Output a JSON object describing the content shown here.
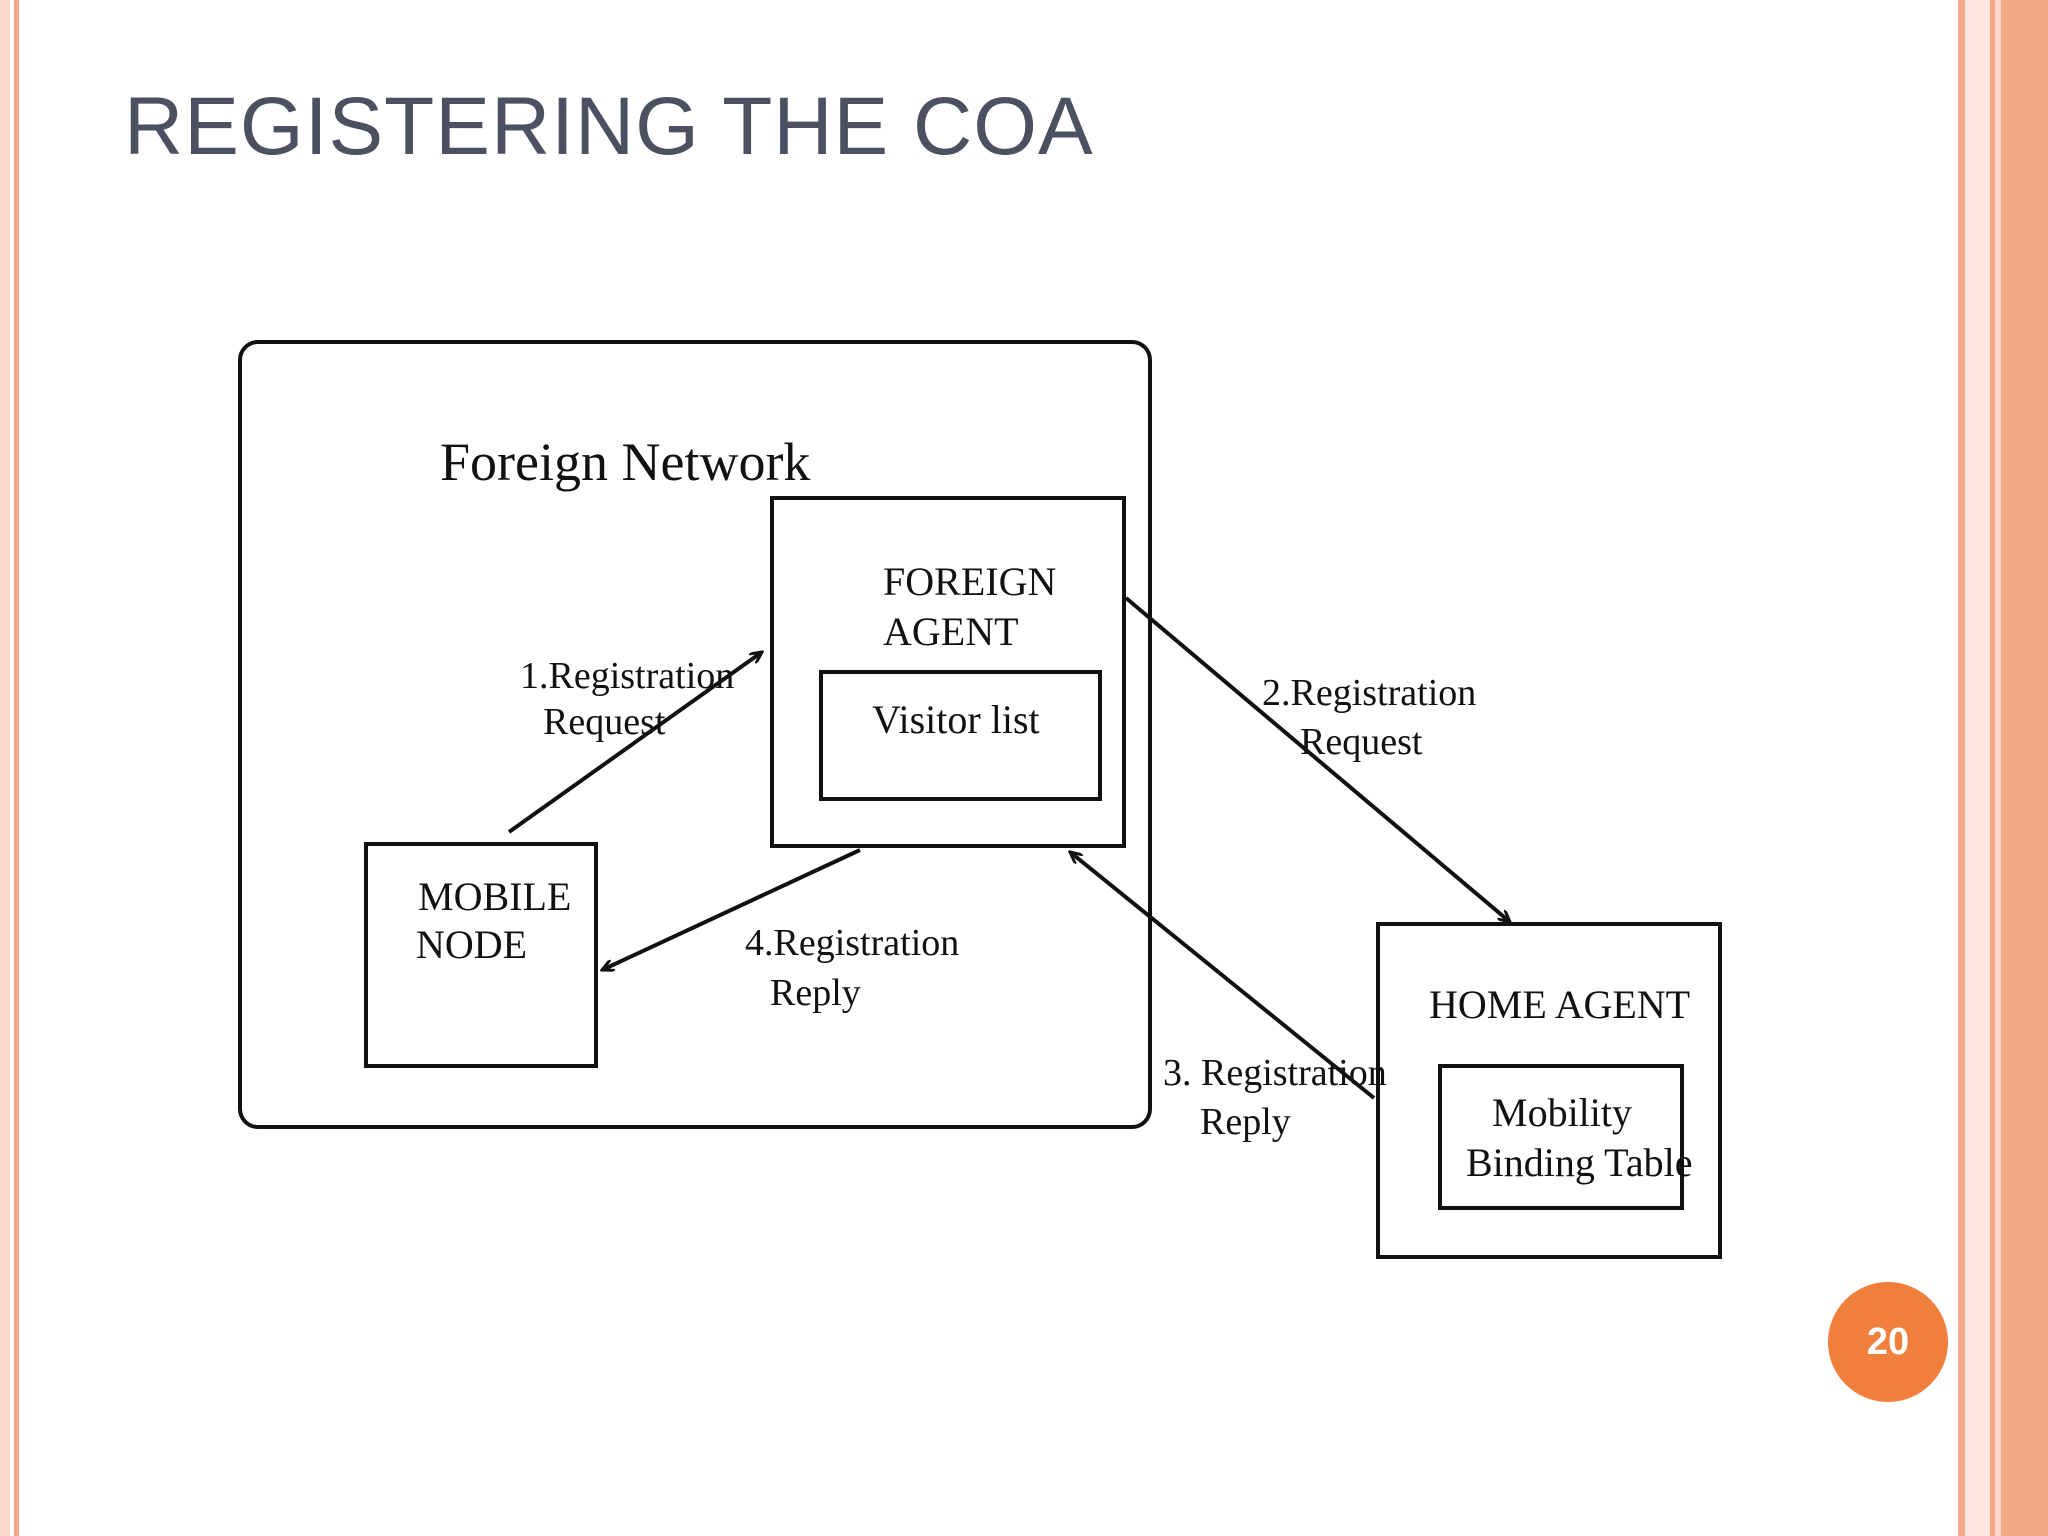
{
  "slide": {
    "title": "REGISTERING THE COA",
    "page_number": "20",
    "accent_color": "#f07f3b",
    "title_color": "#4b5160",
    "border_color": "#f4a989"
  },
  "diagram": {
    "foreign_network_label": "Foreign Network",
    "foreign_agent": {
      "line1": "FOREIGN",
      "line2": "AGENT",
      "visitor_list": "Visitor list"
    },
    "mobile_node": {
      "line1": "MOBILE",
      "line2": "NODE"
    },
    "home_agent": {
      "label": "HOME AGENT",
      "table_line1": "Mobility",
      "table_line2": "Binding Table"
    },
    "messages": [
      {
        "line1": "1.Registration",
        "line2": "Request"
      },
      {
        "line1": "2.Registration",
        "line2": "Request"
      },
      {
        "line1": "3. Registration",
        "line2": "Reply"
      },
      {
        "line1": "4.Registration",
        "line2": "Reply"
      }
    ]
  }
}
